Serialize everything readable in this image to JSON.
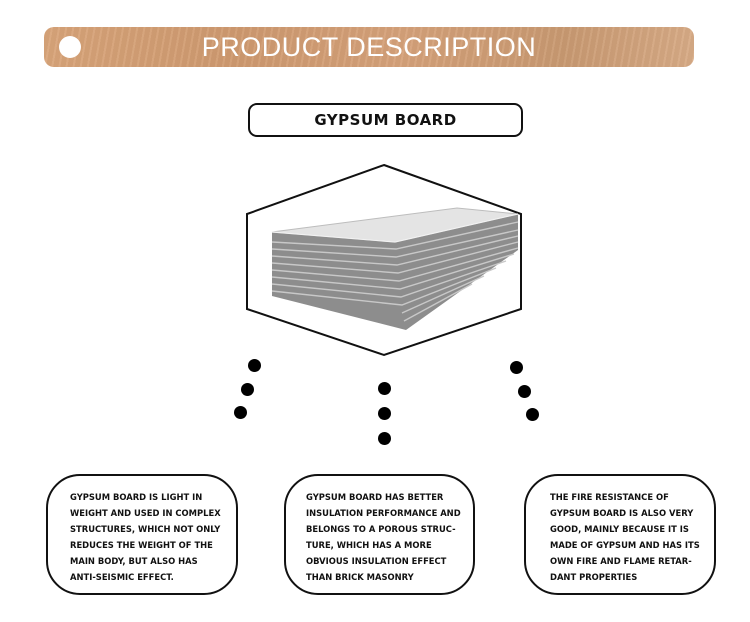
{
  "header": {
    "title": "PRODUCT DESCRIPTION"
  },
  "product": {
    "name": "GYPSUM BOARD",
    "image": "gypsum-board-stack"
  },
  "features": [
    {
      "lines": [
        "GYPSUM BOARD IS LIGHT IN",
        "WEIGHT AND USED IN COMPLEX",
        "STRUCTURES, WHICH NOT ONLY",
        "REDUCES THE WEIGHT OF THE",
        "MAIN BODY, BUT ALSO HAS",
        "ANTI-SEISMIC EFFECT."
      ]
    },
    {
      "lines": [
        "GYPSUM BOARD HAS BETTER",
        "INSULATION PERFORMANCE AND",
        "BELONGS TO A POROUS STRUC-",
        "TURE, WHICH HAS A MORE",
        "OBVIOUS INSULATION EFFECT",
        "THAN BRICK MASONRY"
      ]
    },
    {
      "lines": [
        "THE FIRE RESISTANCE OF",
        "GYPSUM BOARD IS ALSO VERY",
        "GOOD, MAINLY BECAUSE IT IS",
        "MADE OF GYPSUM AND HAS ITS",
        "OWN FIRE AND FLAME RETAR-",
        "DANT PROPERTIES"
      ]
    }
  ],
  "colors": {
    "banner": "#d4a076",
    "banner_text": "#ffffff",
    "outline": "#111111",
    "dots": "#000000"
  }
}
